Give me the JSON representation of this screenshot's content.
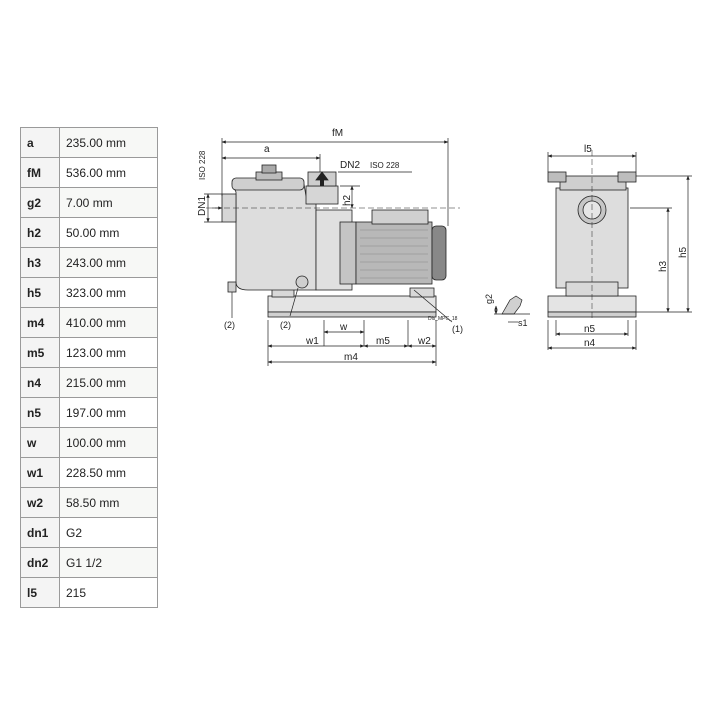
{
  "specs": [
    {
      "key": "a",
      "value": "235.00 mm"
    },
    {
      "key": "fM",
      "value": "536.00 mm"
    },
    {
      "key": "g2",
      "value": "7.00 mm"
    },
    {
      "key": "h2",
      "value": "50.00 mm"
    },
    {
      "key": "h3",
      "value": "243.00 mm"
    },
    {
      "key": "h5",
      "value": "323.00 mm"
    },
    {
      "key": "m4",
      "value": "410.00 mm"
    },
    {
      "key": "m5",
      "value": "123.00 mm"
    },
    {
      "key": "n4",
      "value": "215.00 mm"
    },
    {
      "key": "n5",
      "value": "197.00 mm"
    },
    {
      "key": "w",
      "value": "100.00 mm"
    },
    {
      "key": "w1",
      "value": "228.50 mm"
    },
    {
      "key": "w2",
      "value": "58.50 mm"
    },
    {
      "key": "dn1",
      "value": "G2"
    },
    {
      "key": "dn2",
      "value": "G1 1/2"
    },
    {
      "key": "l5",
      "value": "215"
    }
  ],
  "drawing": {
    "labels": {
      "fM": "fM",
      "a": "a",
      "dn2": "DN2",
      "iso_top": "ISO 228",
      "iso_left": "ISO 228",
      "dn1": "DN1",
      "h2": "h2",
      "ref2_left": "(2)",
      "ref2_mid": "(2)",
      "ref1": "(1)",
      "w": "w",
      "w1": "w1",
      "m5": "m5",
      "w2": "w2",
      "m4": "m4",
      "drawing_code": "Dis_MPC_18",
      "g2": "g2",
      "s1": "s1",
      "l5": "l5",
      "h3": "h3",
      "h5": "h5",
      "n5": "n5",
      "n4": "n4"
    }
  }
}
